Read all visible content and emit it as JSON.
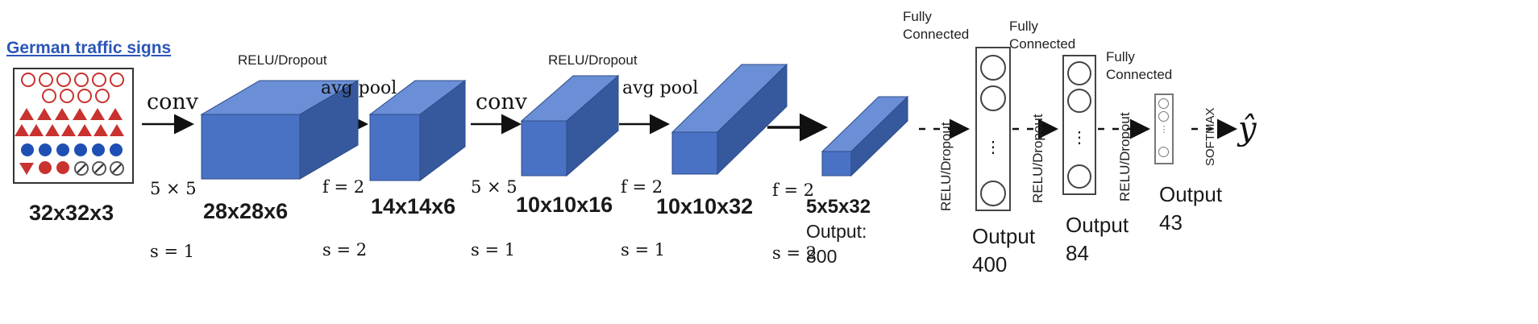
{
  "input": {
    "link": "German traffic signs",
    "dims": "32x32x3"
  },
  "layers": [
    {
      "dims": "28x28x6",
      "label": "RELU/Dropout"
    },
    {
      "dims": "14x14x6"
    },
    {
      "dims": "10x10x16",
      "label": "RELU/Dropout"
    },
    {
      "dims": "10x10x32"
    },
    {
      "dims": "5x5x32",
      "output": "Output: 800"
    }
  ],
  "ops": [
    {
      "name": "conv",
      "params": [
        "5 × 5",
        "s = 1"
      ]
    },
    {
      "name": "avg pool",
      "params": [
        "f = 2",
        "s = 2"
      ]
    },
    {
      "name": "conv",
      "params": [
        "5 × 5",
        "s = 1"
      ]
    },
    {
      "name": "avg pool",
      "params": [
        "f = 2",
        "s = 1"
      ]
    },
    {
      "name": "",
      "params": [
        "f = 2",
        "s = 2"
      ]
    }
  ],
  "fc": [
    {
      "title": "Fully\nConnected",
      "output": "Output 400",
      "dots": "⋮"
    },
    {
      "title": "Fully\nConnected",
      "output": "Output 84",
      "dots": "⋮"
    },
    {
      "title": "Fully\nConnected",
      "output": "Output 43",
      "dots": "⋮"
    }
  ],
  "activations": [
    "RELU/Dropout",
    "RELU/Dropout",
    "RELU/Dropout",
    "SOFTMAX"
  ],
  "result": "ŷ",
  "colors": {
    "cube_front": "#4a72c4",
    "cube_top": "#6a8fd6",
    "cube_side": "#36599e",
    "sign_red": "#c8322f",
    "sign_blue": "#1f4fb4",
    "link": "#2b56b8"
  }
}
